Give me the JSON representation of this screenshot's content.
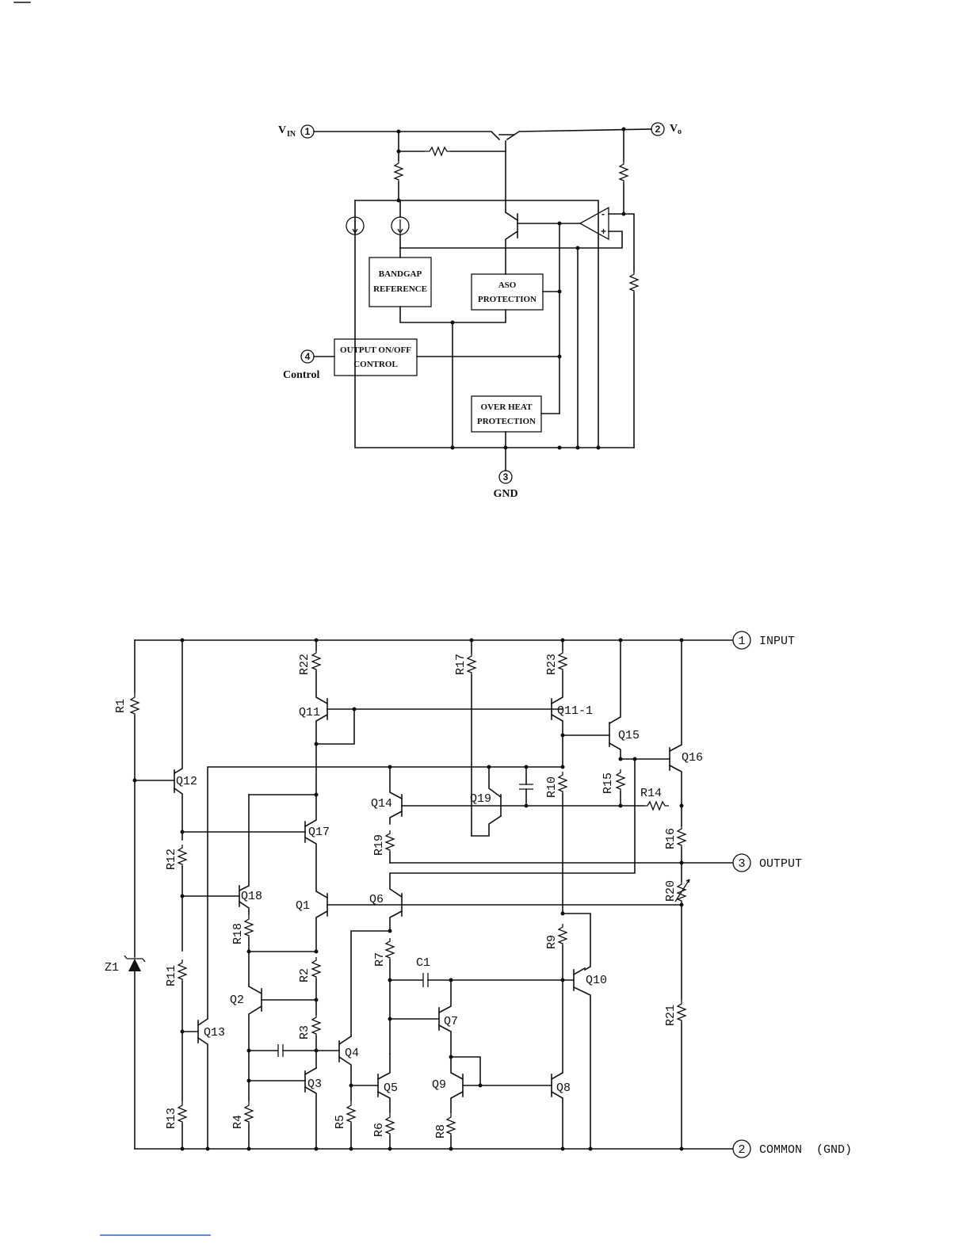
{
  "block_diagram": {
    "pins": {
      "vin": {
        "num": "1",
        "label_main": "V",
        "label_sub": "IN"
      },
      "vo": {
        "num": "2",
        "label_main": "V",
        "label_sub": "o"
      },
      "gnd": {
        "num": "3",
        "label": "GND"
      },
      "control": {
        "num": "4",
        "label": "Control"
      }
    },
    "blocks": {
      "bandgap": [
        "BANDGAP",
        "REFERENCE"
      ],
      "aso": [
        "ASO",
        "PROTECTION"
      ],
      "onoff": [
        "OUTPUT  ON/OFF",
        "CONTROL"
      ],
      "overheat": [
        "OVER  HEAT",
        "PROTECTION"
      ]
    },
    "opamp": {
      "minus": "-",
      "plus": "+"
    }
  },
  "schematic": {
    "pins": {
      "input": {
        "num": "1",
        "label": "INPUT"
      },
      "common": {
        "num": "2",
        "label": "COMMON  (GND)"
      },
      "output": {
        "num": "3",
        "label": "OUTPUT"
      }
    },
    "resistors": [
      "R1",
      "R2",
      "R3",
      "R4",
      "R5",
      "R6",
      "R7",
      "R8",
      "R9",
      "R10",
      "R11",
      "R12",
      "R13",
      "R14",
      "R15",
      "R16",
      "R17",
      "R18",
      "R19",
      "R20",
      "R21",
      "R22",
      "R23"
    ],
    "transistors": [
      "Q1",
      "Q2",
      "Q3",
      "Q4",
      "Q5",
      "Q6",
      "Q7",
      "Q8",
      "Q9",
      "Q10",
      "Q11",
      "Q11-1",
      "Q12",
      "Q13",
      "Q14",
      "Q15",
      "Q16",
      "Q17",
      "Q18",
      "Q19"
    ],
    "capacitor": "C1",
    "zener": "Z1"
  }
}
